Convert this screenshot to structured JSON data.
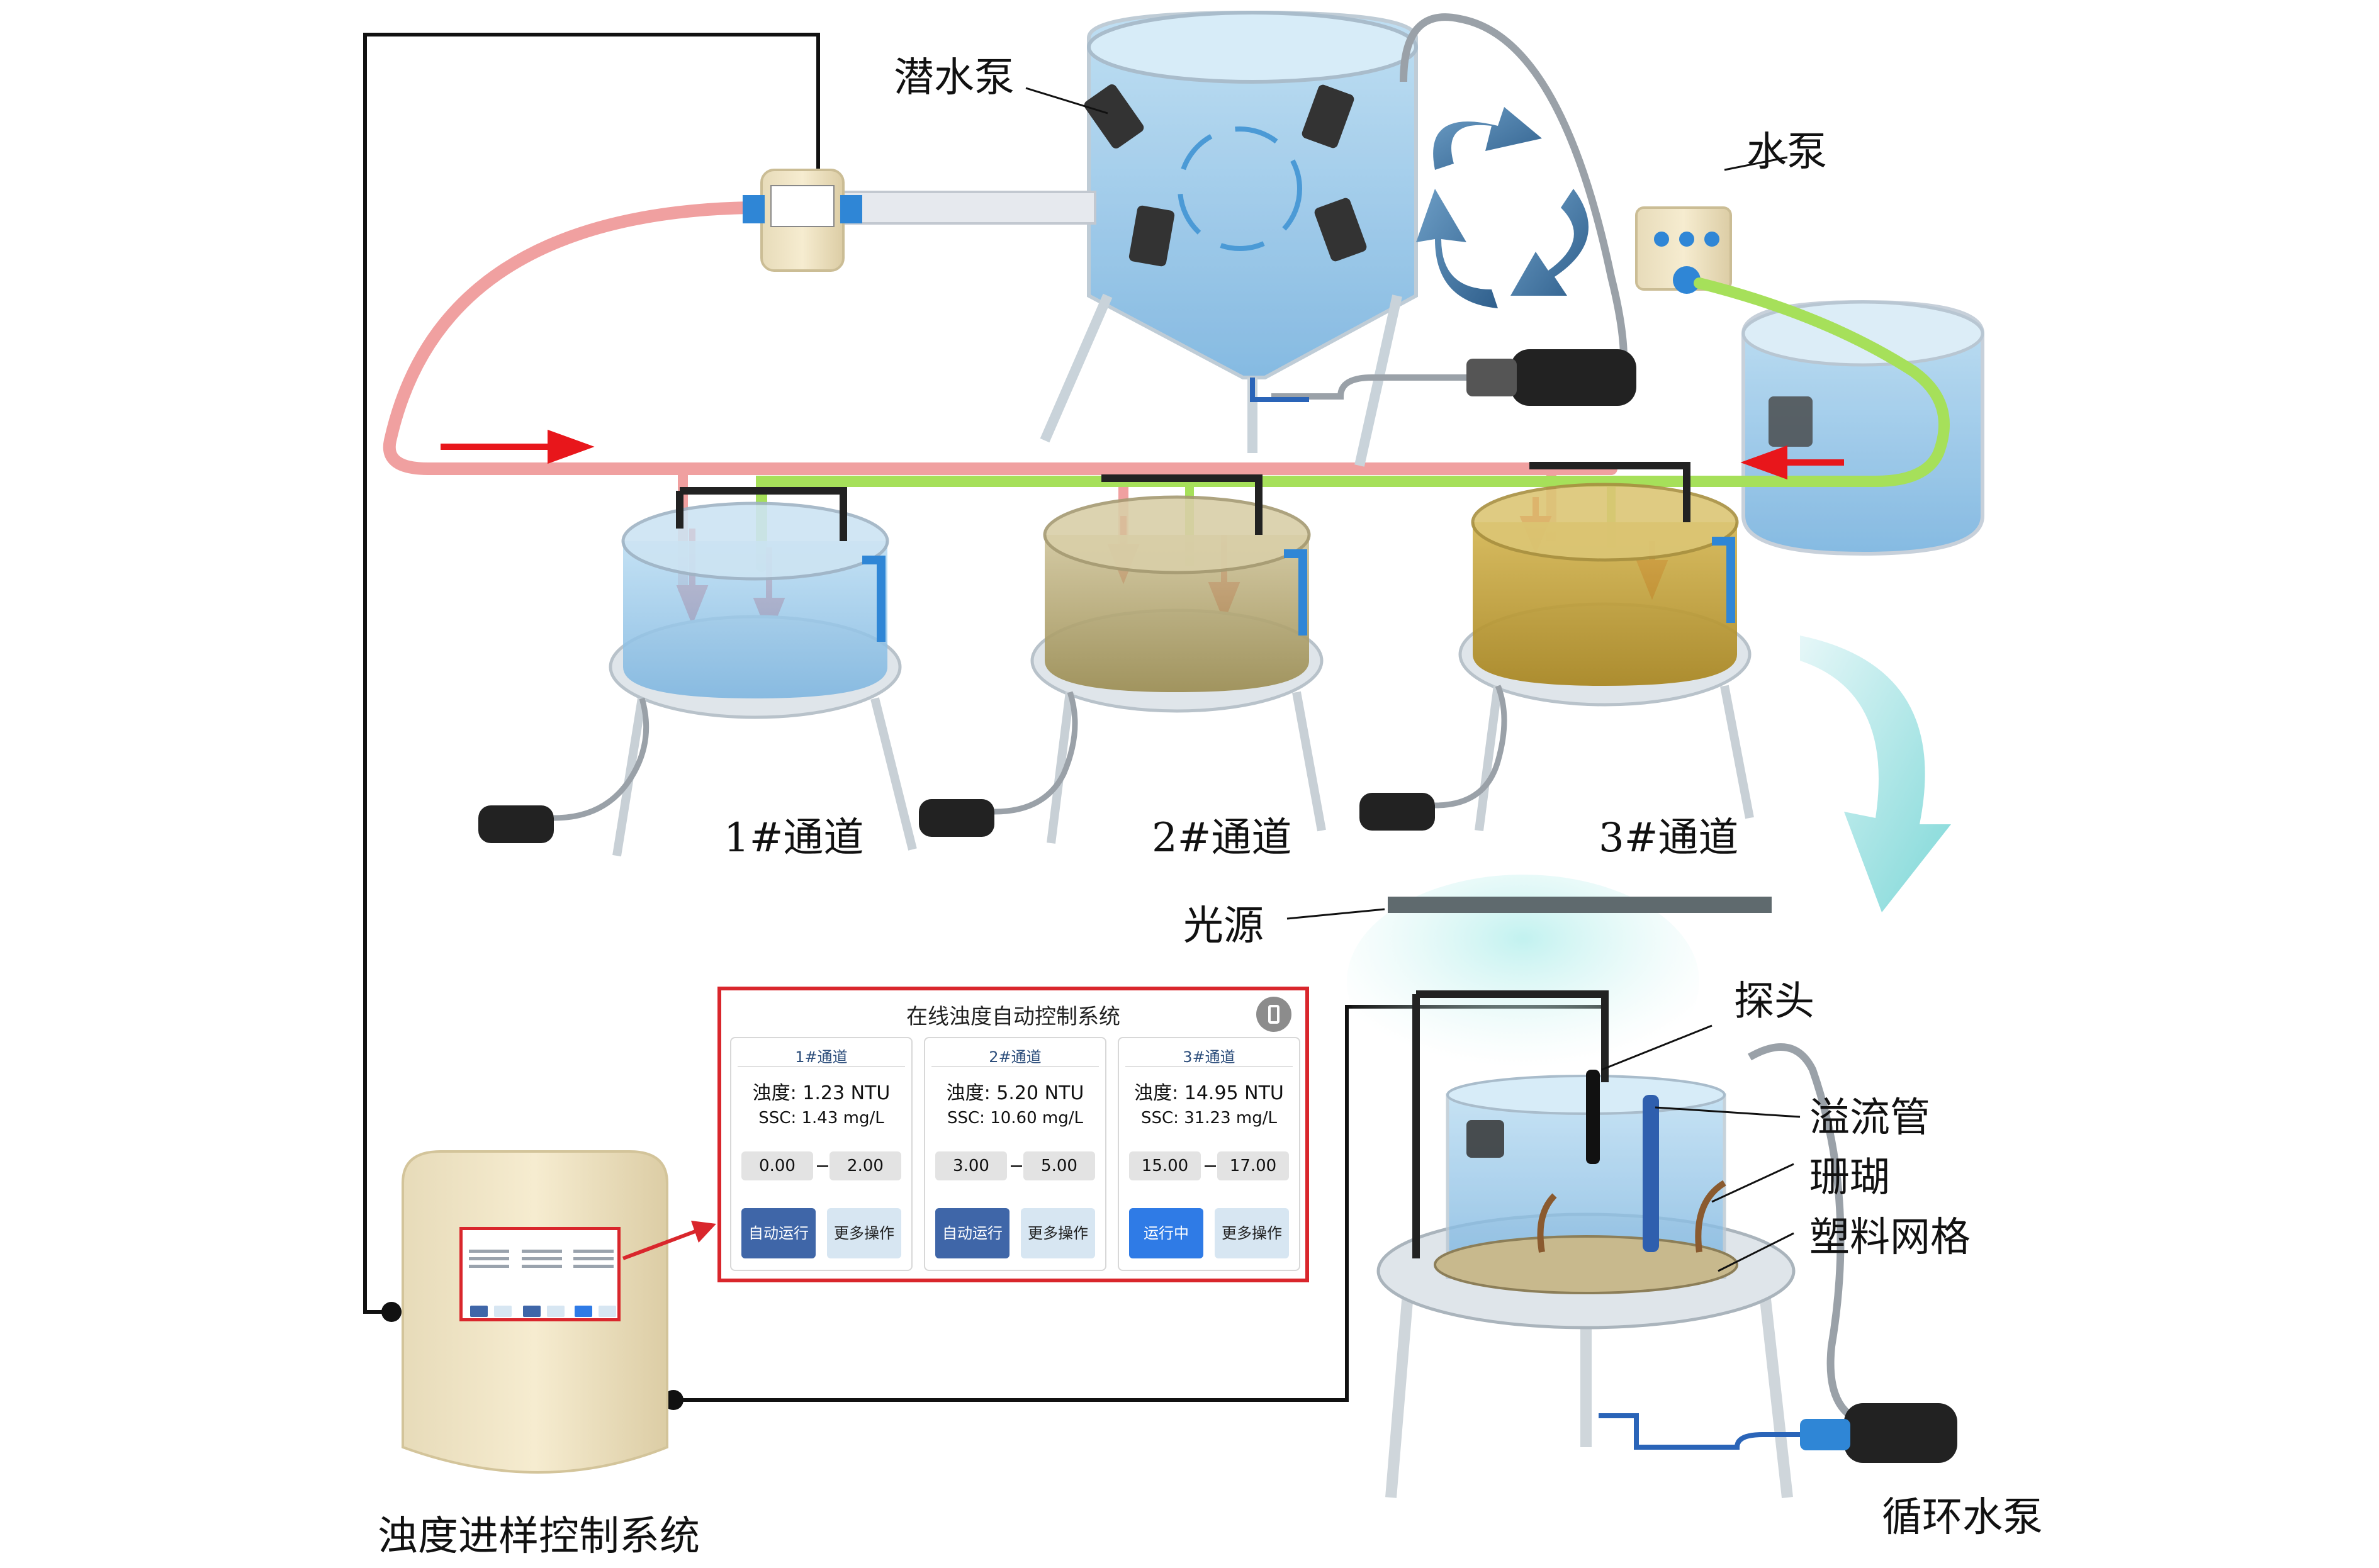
{
  "labels": {
    "submersible_pump": "潜水泵",
    "water_pump": "水泵",
    "channel_1": "1#通道",
    "channel_2": "2#通道",
    "channel_3": "3#通道",
    "light_source": "光源",
    "probe": "探头",
    "overflow_pipe": "溢流管",
    "coral": "珊瑚",
    "plastic_grid": "塑料网格",
    "circulation_pump": "循环水泵",
    "sampling_control_system": "浊度进样控制系统"
  },
  "panel": {
    "title": "在线浊度自动控制系统",
    "channels": [
      {
        "name": "1#通道",
        "turbidity": "浊度: 1.23 NTU",
        "ssc": "SSC: 1.43 mg/L",
        "low": "0.00",
        "high": "2.00",
        "run_label": "自动运行",
        "more_label": "更多操作",
        "active": false
      },
      {
        "name": "2#通道",
        "turbidity": "浊度: 5.20 NTU",
        "ssc": "SSC: 10.60 mg/L",
        "low": "3.00",
        "high": "5.00",
        "run_label": "自动运行",
        "more_label": "更多操作",
        "active": false
      },
      {
        "name": "3#通道",
        "turbidity": "浊度: 14.95 NTU",
        "ssc": "SSC: 31.23 mg/L",
        "low": "15.00",
        "high": "17.00",
        "run_label": "运行中",
        "more_label": "更多操作",
        "active": true
      }
    ]
  },
  "colors": {
    "turbid_inflow": "#f0a0a0",
    "clear_return": "#a6e05a",
    "flow_arrow": "#e8161b",
    "panel_border": "#d9262c",
    "water_clear": "#8fc6ea",
    "water_medium": "#b7a86e",
    "water_turbid": "#b9962a"
  }
}
